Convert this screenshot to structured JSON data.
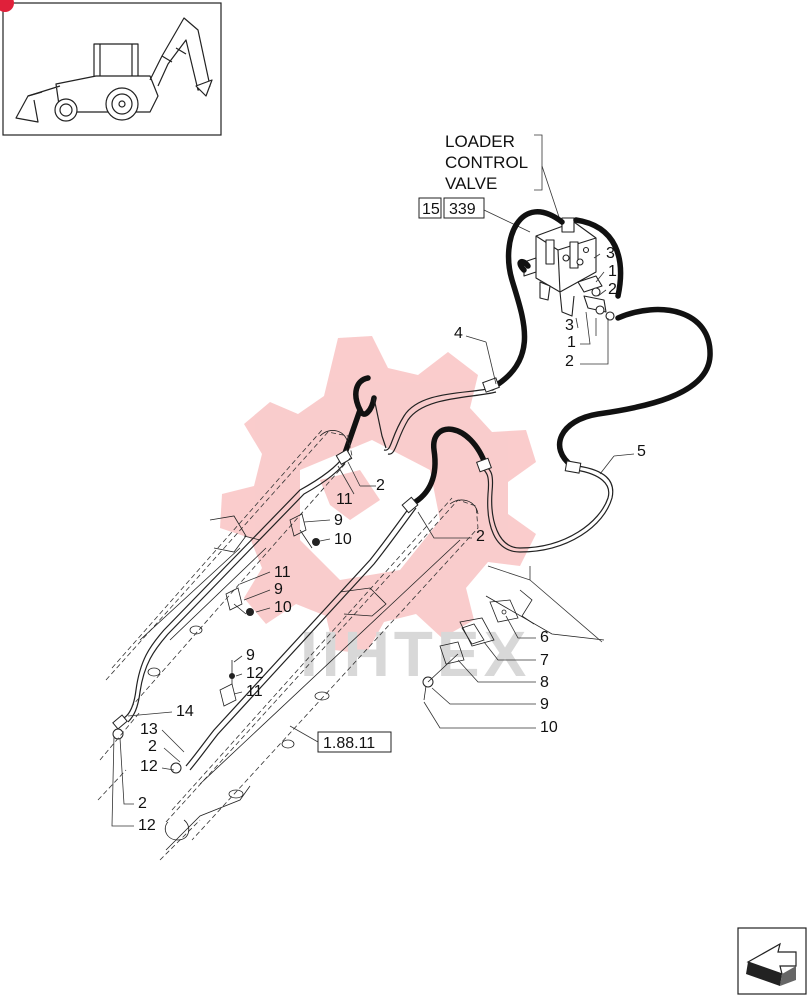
{
  "valve_title": [
    "LOADER",
    "CONTROL",
    "VALVE"
  ],
  "ref_box": {
    "section": "15",
    "page": "339"
  },
  "ref_box_bottom": "1.88.11",
  "watermark": "IIHTEX",
  "part_labels": {
    "valve_right": [
      "3",
      "1",
      "2"
    ],
    "valve_below": [
      "3",
      "1",
      "2"
    ],
    "hose_left": "4",
    "hose_right": "5",
    "upper_fitting": [
      "11",
      "2"
    ],
    "clamp_a": [
      "9",
      "10"
    ],
    "clamp_b": [
      "11",
      "9",
      "10"
    ],
    "clamp_c": [
      "9",
      "12",
      "11"
    ],
    "tube_left": "14",
    "fitting_left": [
      "13",
      "2",
      "12"
    ],
    "fitting_bottom": [
      "2",
      "12"
    ],
    "mid_fitting": "2",
    "exploded_clamp": [
      "6",
      "7",
      "8",
      "9",
      "10"
    ]
  },
  "colors": {
    "watermark_red": "#f5a3a3",
    "hose": "#111111",
    "line": "#222222",
    "badge": "#e0203a"
  }
}
